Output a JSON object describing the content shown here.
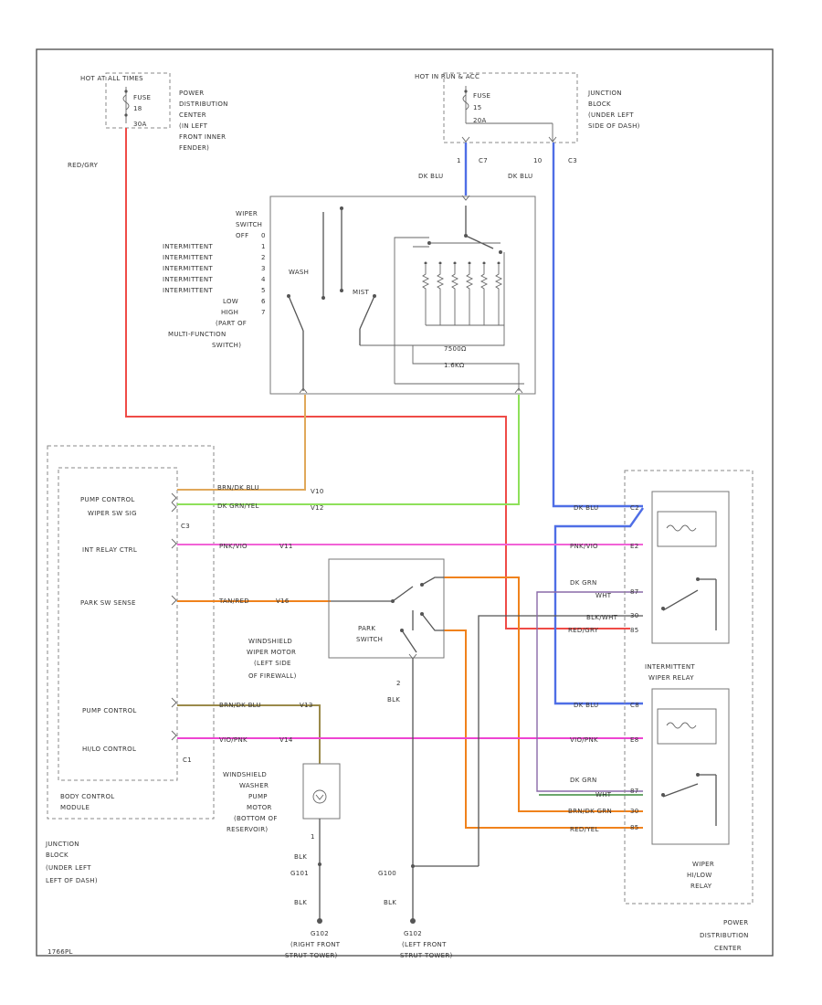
{
  "colors": {
    "red": "#ef4b47",
    "blue": "#4f6ee6",
    "tan": "#e0a85a",
    "green": "#8ee05a",
    "pink": "#f262d6",
    "orange": "#f0821c",
    "magenta": "#ee44d2",
    "olive": "#9a8a4a",
    "dkgreen": "#3a8a3a",
    "purple": "#8a6aa8",
    "wire": "#555555"
  },
  "labels": {
    "hot_at_all_times": "HOT AT ALL TIMES",
    "fuse_left": "FUSE",
    "fuse_left_num": "18",
    "fuse_left_amp": "30A",
    "pdc_top": [
      "POWER",
      "DISTRIBUTION",
      "CENTER",
      "(IN LEFT",
      "FRONT INNER",
      "FENDER)"
    ],
    "red_gry_top": "RED/GRY",
    "hot_run_acc": "HOT IN RUN & ACC",
    "fuse_right": "FUSE",
    "fuse_right_num": "15",
    "fuse_right_amp": "20A",
    "junction_top": [
      "JUNCTION",
      "BLOCK",
      "(UNDER LEFT",
      "SIDE OF DASH)"
    ],
    "pin_1": "1",
    "pin_c7": "C7",
    "pin_10": "10",
    "pin_c3": "C3",
    "dk_blu_left": "DK BLU",
    "dk_blu_right": "DK BLU",
    "wiper_switch": [
      "WIPER",
      "SWITCH",
      "OFF",
      "INTERMITTENT",
      "INTERMITTENT",
      "INTERMITTENT",
      "INTERMITTENT",
      "INTERMITTENT",
      "LOW",
      "HIGH",
      "(PART OF",
      "MULTI-FUNCTION",
      "SWITCH)"
    ],
    "wiper_switch_nums": [
      "0",
      "1",
      "2",
      "3",
      "4",
      "5",
      "6",
      "7"
    ],
    "wash": "WASH",
    "mist": "MIST",
    "ohm_1": "7500Ω",
    "ohm_2": "1.6KΩ",
    "bcm_pump_control": "PUMP CONTROL",
    "bcm_wiper_sw_sig": "WIPER SW SIG",
    "bcm_c3": "C3",
    "bcm_int_relay": "INT RELAY CTRL",
    "bcm_park_sw": "PARK SW SENSE",
    "bcm_pump_control2": "PUMP CONTROL",
    "bcm_hi_lo": "HI/LO CONTROL",
    "bcm_c1": "C1",
    "bcm_label": [
      "BODY CONTROL",
      "MODULE"
    ],
    "junction_left": [
      "JUNCTION",
      "BLOCK",
      "(UNDER LEFT",
      "LEFT OF DASH)"
    ],
    "w_brn_blu": "BRN/DK BLU",
    "w_dk_grn_yel": "DK GRN/YEL",
    "w_pnk_vio": "PNK/VIO",
    "w_tan_red": "TAN/RED",
    "w_vio_pk": "VIO/PNK",
    "w_brn_blu2": "BRN/DK BLU",
    "pin_v10": "V10",
    "pin_v12": "V12",
    "pin_v11": "V11",
    "pin_v16": "V16",
    "pin_v13": "V13",
    "pin_v14": "V14",
    "park_switch": [
      "PARK",
      "SWITCH"
    ],
    "wiper_motor": [
      "WINDSHIELD",
      "WIPER MOTOR",
      "(LEFT SIDE",
      "OF FIREWALL)"
    ],
    "motor_pin2": "2",
    "motor_blk": "BLK",
    "washer_pump": [
      "WINDSHIELD",
      "WASHER",
      "PUMP",
      "MOTOR",
      "(BOTTOM OF",
      "RESERVOIR)"
    ],
    "pump_pin1": "1",
    "blk_1": "BLK",
    "g101": "G101",
    "blk_2": "BLK",
    "g102_left": [
      "G102",
      "(RIGHT FRONT",
      "STRUT TOWER)"
    ],
    "g100": "G100",
    "blk_3": "BLK",
    "g102_right": [
      "G102",
      "(LEFT FRONT",
      "STRUT TOWER)"
    ],
    "relay_dk_blu1": "DK BLU",
    "relay_pnk_vio": "PNK/VIO",
    "relay_dk_grn": "DK GRN",
    "relay_wht": "WHT",
    "relay_blk_wht": "BLK/WHT",
    "relay_red_gry": "RED/GRY",
    "int_relay": [
      "INTERMITTENT",
      "WIPER RELAY"
    ],
    "relay_dk_blu2": "DK BLU",
    "relay_vio_pk": "VIO/PNK",
    "relay_dk_grn2": "DK GRN",
    "relay_wht2": "WHT",
    "relay_brn_grn": "BRN/DK GRN",
    "relay_red_yel": "RED/YEL",
    "hilo_relay": [
      "WIPER",
      "HI/LOW",
      "RELAY"
    ],
    "pdc_bottom": [
      "POWER",
      "DISTRIBUTION",
      "CENTER"
    ],
    "footer_code": "1766PL",
    "relay_pins_a": [
      "C2",
      "E2",
      "87",
      "30",
      "85"
    ],
    "relay_pins_b": [
      "C8",
      "E8",
      "87",
      "30",
      "85"
    ]
  }
}
